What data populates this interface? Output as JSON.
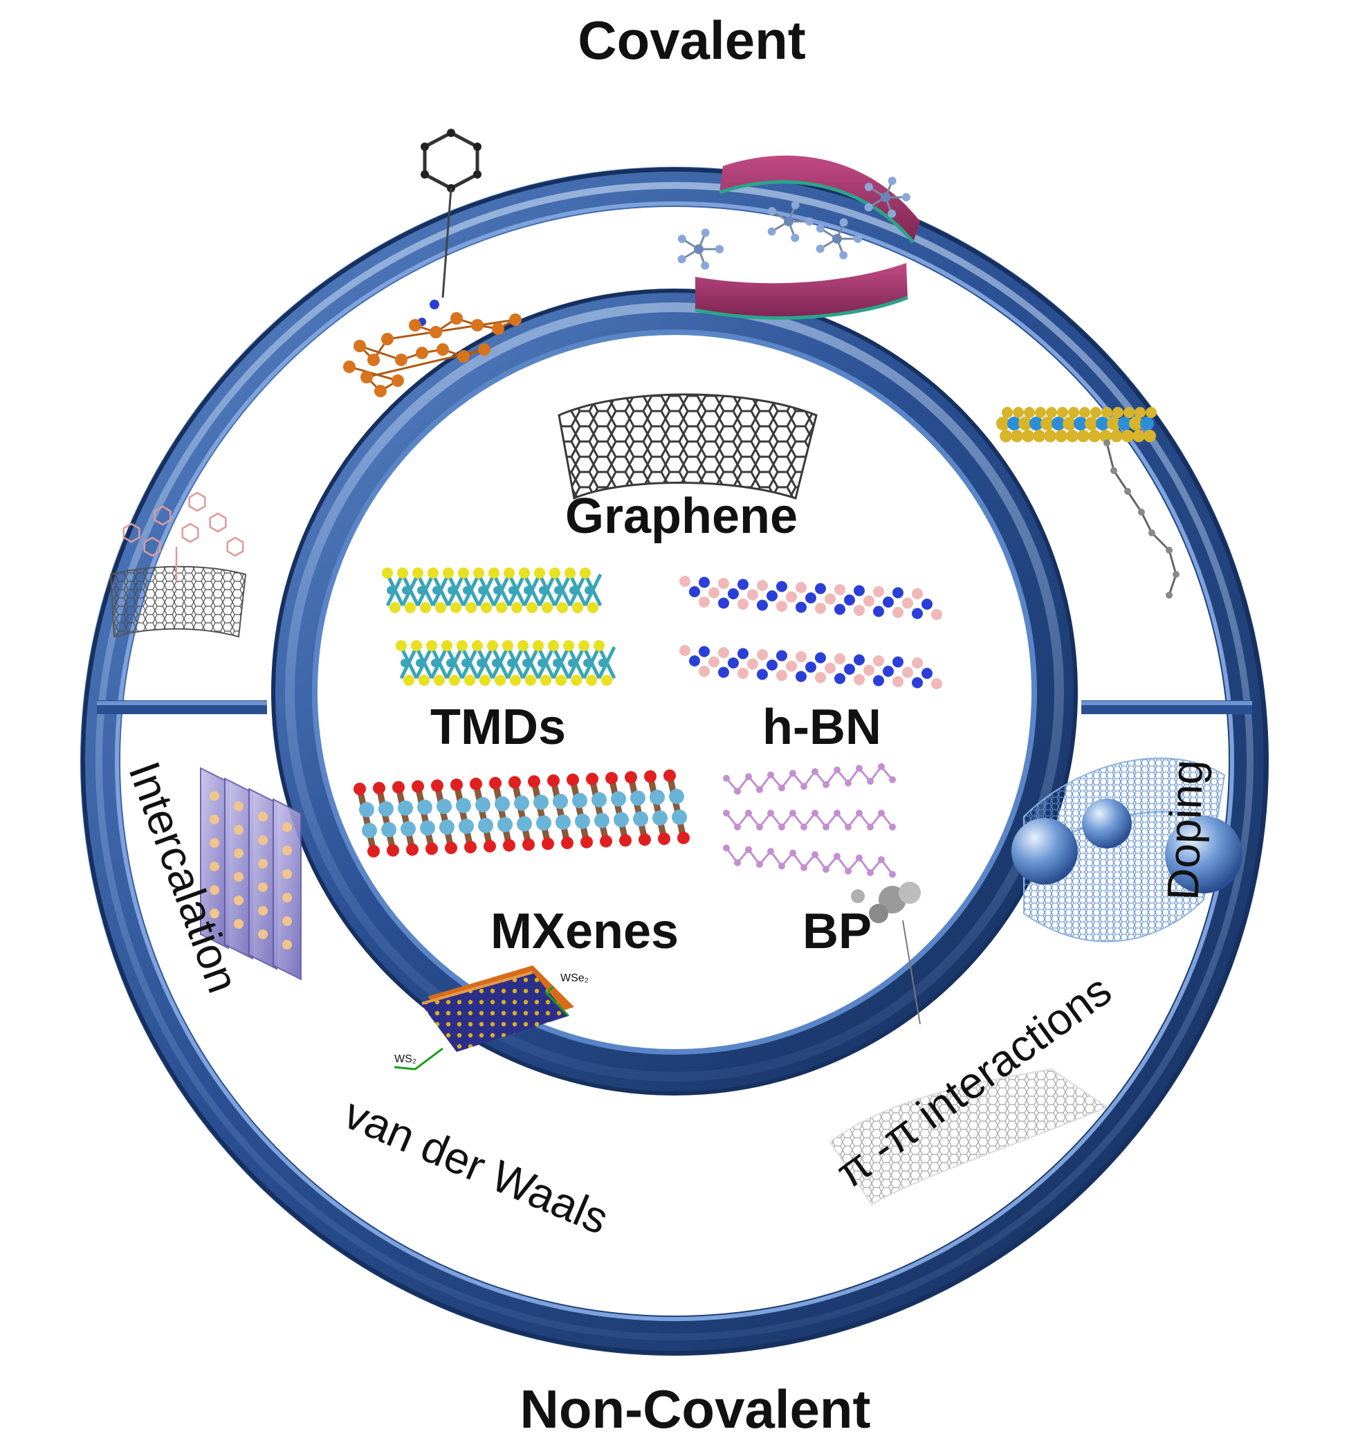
{
  "labels": {
    "top": "Covalent",
    "bottom": "Non-Covalent",
    "graphene": "Graphene",
    "tmds": "TMDs",
    "hbn": "h-BN",
    "mxenes": "MXenes",
    "bp": "BP",
    "intercalation": "Intercalation",
    "doping": "Doping",
    "vdw": "van der Waals",
    "pipi": "π -π interactions",
    "ws2_top": "WSe₂",
    "ws2_bottom": "WS₂"
  },
  "colors": {
    "ring_dark": "#1e3f7a",
    "ring_mid": "#3e6db5",
    "ring_light": "#a9c4ec",
    "carbon": "#3a3a3a",
    "sulfur": "#e8e020",
    "metal": "#3aa5b8",
    "boron": "#f0b8b8",
    "nitrogen": "#2b3fd8",
    "oxygen": "#e02020",
    "titanium": "#6ab4d8",
    "phosphorus": "#c48fd0",
    "iron": "#d8731e",
    "sheet": "#a8336a",
    "dopant": "#6a9ad8"
  }
}
